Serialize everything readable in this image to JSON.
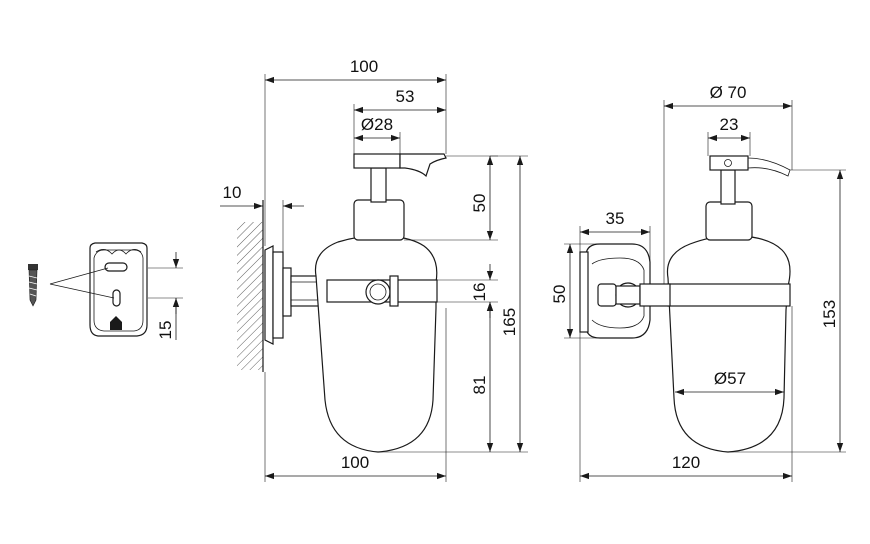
{
  "drawing": {
    "line_color": "#1a1a1a",
    "icons": [
      "wall-screw-icon",
      "wall-hatch-icon"
    ]
  },
  "mount_plate": {
    "dim_15": "15"
  },
  "side_view": {
    "dim_top_100": "100",
    "dim_53": "53",
    "dim_d28": "Ø28",
    "dim_10": "10",
    "dim_50": "50",
    "dim_16": "16",
    "dim_165": "165",
    "dim_81": "81",
    "dim_bottom_100": "100"
  },
  "front_view": {
    "dim_d70": "Ø 70",
    "dim_23": "23",
    "dim_35": "35",
    "dim_50": "50",
    "dim_153": "153",
    "dim_d57": "Ø57",
    "dim_120": "120"
  }
}
